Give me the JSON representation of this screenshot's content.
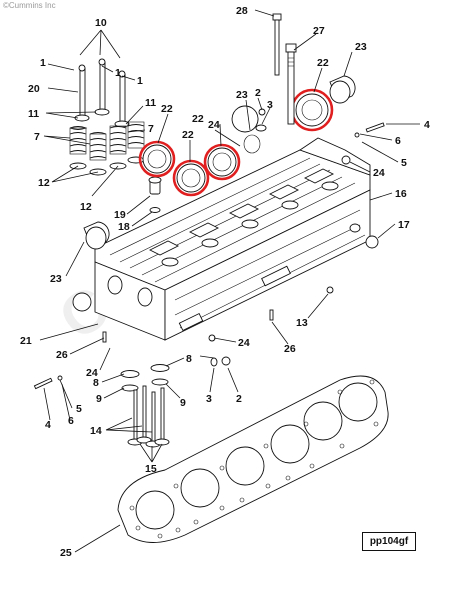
{
  "copyright": "©Cummins Inc",
  "watermark": "Cummins",
  "drawing_code": "pp104gf",
  "highlight_color": "#e02020",
  "callouts": [
    "1",
    "2",
    "3",
    "4",
    "5",
    "6",
    "7",
    "8",
    "9",
    "10",
    "11",
    "12",
    "13",
    "14",
    "15",
    "16",
    "17",
    "18",
    "19",
    "20",
    "21",
    "22",
    "23",
    "24",
    "25",
    "26",
    "27",
    "28"
  ],
  "labels": [
    {
      "id": "l10",
      "text": "10"
    },
    {
      "id": "l1a",
      "text": "1"
    },
    {
      "id": "l1b",
      "text": "1"
    },
    {
      "id": "l1c",
      "text": "1"
    },
    {
      "id": "l20",
      "text": "20"
    },
    {
      "id": "l11",
      "text": "11"
    },
    {
      "id": "l11b",
      "text": "11"
    },
    {
      "id": "l7a",
      "text": "7"
    },
    {
      "id": "l7b",
      "text": "7"
    },
    {
      "id": "l12a",
      "text": "12"
    },
    {
      "id": "l12b",
      "text": "12"
    },
    {
      "id": "l19",
      "text": "19"
    },
    {
      "id": "l18",
      "text": "18"
    },
    {
      "id": "l22a",
      "text": "22"
    },
    {
      "id": "l22b",
      "text": "22"
    },
    {
      "id": "l22c",
      "text": "22"
    },
    {
      "id": "l22d",
      "text": "22"
    },
    {
      "id": "l24a",
      "text": "24"
    },
    {
      "id": "l23a",
      "text": "23"
    },
    {
      "id": "l2a",
      "text": "2"
    },
    {
      "id": "l3a",
      "text": "3"
    },
    {
      "id": "l28",
      "text": "28"
    },
    {
      "id": "l27",
      "text": "27"
    },
    {
      "id": "l23b",
      "text": "23"
    },
    {
      "id": "l4a",
      "text": "4"
    },
    {
      "id": "l6a",
      "text": "6"
    },
    {
      "id": "l5a",
      "text": "5"
    },
    {
      "id": "l24b",
      "text": "24"
    },
    {
      "id": "l16",
      "text": "16"
    },
    {
      "id": "l17",
      "text": "17"
    },
    {
      "id": "l23c",
      "text": "23"
    },
    {
      "id": "l21",
      "text": "21"
    },
    {
      "id": "l26a",
      "text": "26"
    },
    {
      "id": "l24c",
      "text": "24"
    },
    {
      "id": "l8a",
      "text": "8"
    },
    {
      "id": "l8b",
      "text": "8"
    },
    {
      "id": "l9a",
      "text": "9"
    },
    {
      "id": "l9b",
      "text": "9"
    },
    {
      "id": "l14",
      "text": "14"
    },
    {
      "id": "l15",
      "text": "15"
    },
    {
      "id": "l24d",
      "text": "24"
    },
    {
      "id": "l3b",
      "text": "3"
    },
    {
      "id": "l2b",
      "text": "2"
    },
    {
      "id": "l26b",
      "text": "26"
    },
    {
      "id": "l13",
      "text": "13"
    },
    {
      "id": "l4b",
      "text": "4"
    },
    {
      "id": "l5b",
      "text": "5"
    },
    {
      "id": "l6b",
      "text": "6"
    },
    {
      "id": "l25",
      "text": "25"
    }
  ],
  "highlighted_parts": [
    "camshaft-bushing-22"
  ]
}
